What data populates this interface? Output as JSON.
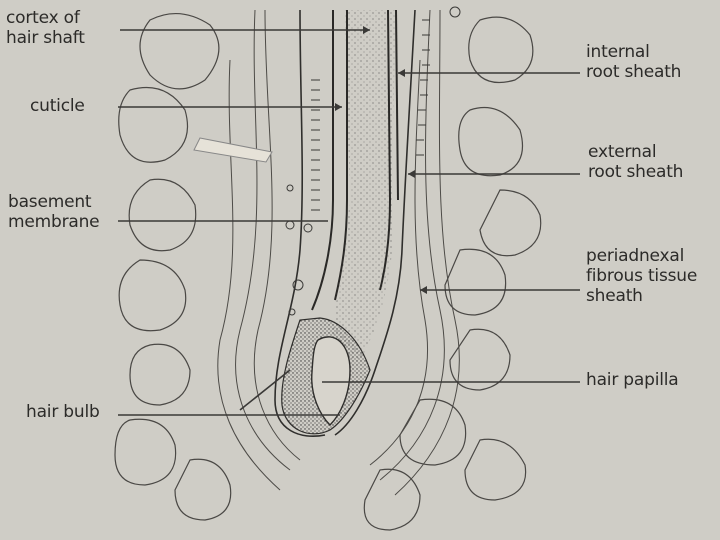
{
  "labels": {
    "cortex": [
      "cortex of",
      "hair shaft"
    ],
    "cuticle": [
      "cuticle"
    ],
    "basement": [
      "basement",
      "membrane"
    ],
    "hair_bulb": [
      "hair bulb"
    ],
    "internal": [
      "internal",
      "root sheath"
    ],
    "external": [
      "external",
      "root sheath"
    ],
    "periadnexal": [
      "periadnexal",
      "fibrous tissue",
      "sheath"
    ],
    "papilla": [
      "hair papilla"
    ]
  },
  "colors": {
    "background": "#cfcdc6",
    "ink": "#2c2b29",
    "leader": "#3a3937"
  }
}
